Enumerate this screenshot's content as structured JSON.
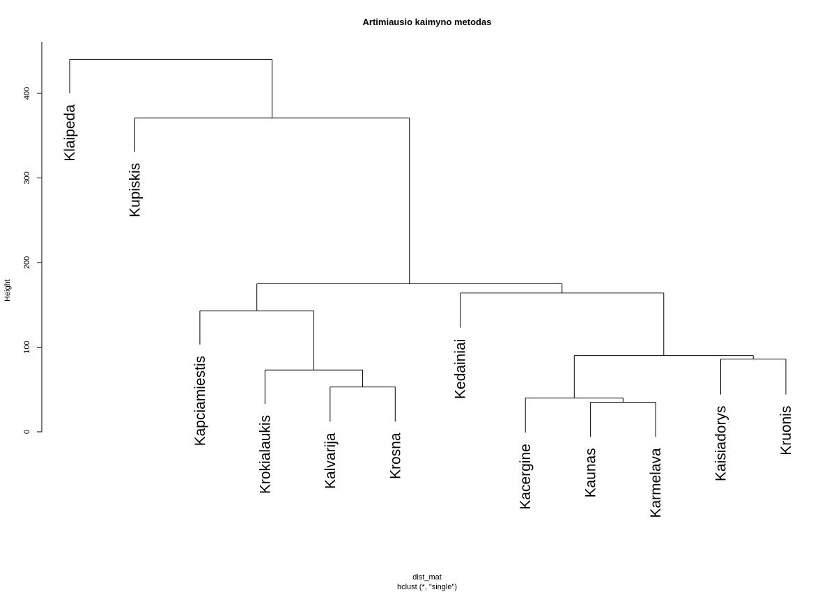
{
  "chart_data": {
    "type": "dendrogram",
    "title": "Artimiausio kaimyno metodas",
    "ylabel": "Height",
    "xlabel": "dist_mat",
    "sub": "hclust (*, \"single\")",
    "ylim": [
      0,
      440
    ],
    "yticks": [
      0,
      100,
      200,
      300,
      400
    ],
    "leaves": [
      {
        "label": "Klaipeda",
        "top": 400
      },
      {
        "label": "Kupiskis",
        "top": 331
      },
      {
        "label": "Kapciamiestis",
        "top": 103
      },
      {
        "label": "Krokialaukis",
        "top": 33
      },
      {
        "label": "Kalvarija",
        "top": 12
      },
      {
        "label": "Krosna",
        "top": 12
      },
      {
        "label": "Kedainiai",
        "top": 123
      },
      {
        "label": "Kacergine",
        "top": -1
      },
      {
        "label": "Kaunas",
        "top": -6
      },
      {
        "label": "Karmelava",
        "top": -6
      },
      {
        "label": "Kaisiadorys",
        "top": 44
      },
      {
        "label": "Kruonis",
        "top": 44
      }
    ],
    "merges": [
      {
        "a": 8,
        "b": 9,
        "height": 35
      },
      {
        "a": 7,
        "b": 8,
        "height": 40
      },
      {
        "a": 10,
        "b": 11,
        "height": 86
      },
      {
        "a": 7,
        "b": 10,
        "height": 90
      },
      {
        "a": 4,
        "b": 5,
        "height": 53
      },
      {
        "a": 3,
        "b": 4,
        "height": 73
      },
      {
        "a": 2,
        "b": 3,
        "height": 143
      },
      {
        "a": 6,
        "b": 7,
        "height": 164
      },
      {
        "a": 2,
        "b": 6,
        "height": 175
      },
      {
        "a": 1,
        "b": 2,
        "height": 371
      },
      {
        "a": 0,
        "b": 1,
        "height": 440
      }
    ]
  }
}
